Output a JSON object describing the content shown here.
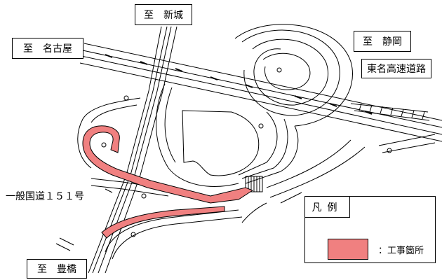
{
  "labels": {
    "to_shinshiro": "至　新城",
    "to_nagoya": "至　名古屋",
    "to_shizuoka": "至　静岡",
    "tomei_expressway": "東名高速道路",
    "route_151": "一般国道１５１号",
    "to_toyohashi": "至　豊橋"
  },
  "legend": {
    "title": "凡例",
    "construction_label": "：工事箇所",
    "construction_color": "#f08080"
  },
  "colors": {
    "road_line": "#000000",
    "background": "#ffffff"
  }
}
